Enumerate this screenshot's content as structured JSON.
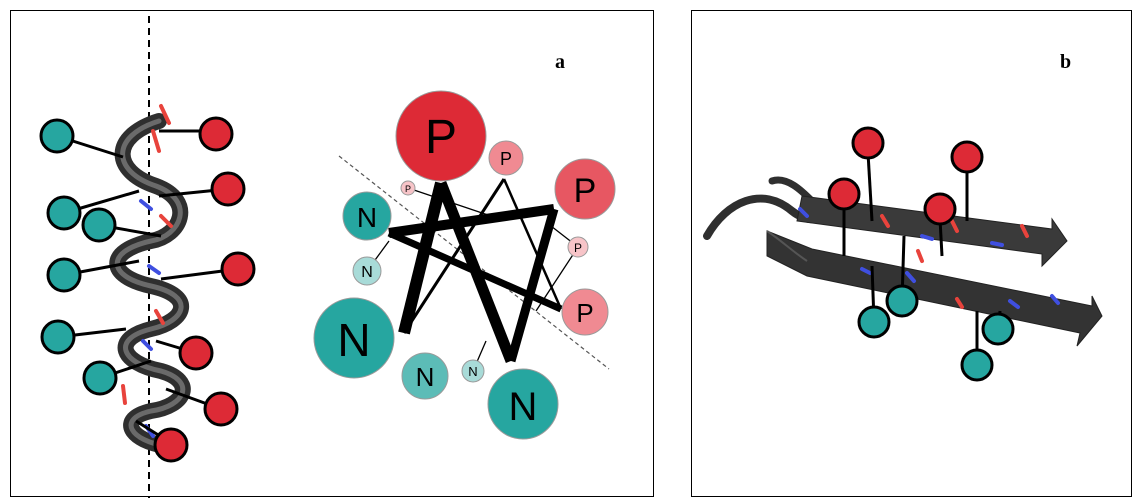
{
  "panel_a": {
    "label": "a",
    "wheel_labels": {
      "polar": "P",
      "nonpolar": "N"
    }
  },
  "panel_b": {
    "label": "b"
  },
  "colors": {
    "polar_strong": "#dd2a36",
    "polar_mid": "#e75762",
    "polar_light": "#f08a92",
    "polar_pale": "#f7c4c8",
    "nonpolar_strong": "#26a6a0",
    "nonpolar_mid": "#5cbcb7",
    "nonpolar_light": "#a8dbd8",
    "backbone": "#3a3a3a",
    "oxygen": "#e8433c",
    "nitrogen": "#3f4fe0"
  }
}
